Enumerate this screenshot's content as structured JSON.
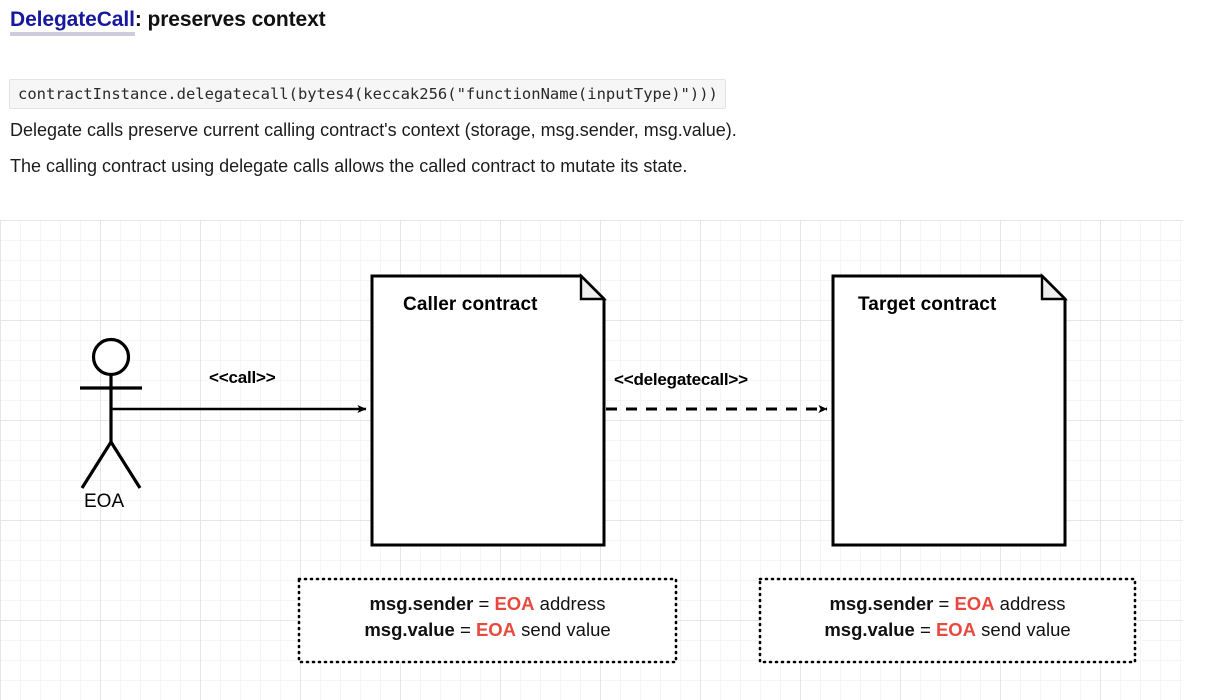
{
  "header": {
    "title_keyword": "DelegateCall",
    "title_rest": ": preserves context",
    "code_snippet": "contractInstance.delegatecall(bytes4(keccak256(\"functionName(inputType)\")))",
    "description_line_1": "Delegate calls preserve current calling contract's context (storage, msg.sender, msg.value).",
    "description_line_2": "The calling contract using delegate calls allows the called contract to mutate its state.",
    "keyword_color": "#16199e",
    "keyword_underline_color": "#ccccdd"
  },
  "diagram": {
    "actor": {
      "label": "EOA"
    },
    "arrows": [
      {
        "label": "<<call>>",
        "style": "solid"
      },
      {
        "label": "<<delegatecall>>",
        "style": "dashed"
      }
    ],
    "boxes": [
      {
        "title": "Caller contract"
      },
      {
        "title": "Target contract"
      }
    ],
    "notes": [
      {
        "line1_key": "msg.sender",
        "line1_eq": " = ",
        "line1_accent": "EOA",
        "line1_tail": " address",
        "line2_key": "msg.value",
        "line2_eq": " = ",
        "line2_accent": "EOA",
        "line2_tail": " send value"
      },
      {
        "line1_key": "msg.sender",
        "line1_eq": " = ",
        "line1_accent": "EOA",
        "line1_tail": " address",
        "line2_key": "msg.value",
        "line2_eq": " = ",
        "line2_accent": "EOA",
        "line2_tail": " send value"
      }
    ],
    "accent_color": "#e8493f",
    "stroke_color": "#000000",
    "grid_minor_color": "#f5f5f5",
    "grid_major_color": "#e6e6e6"
  }
}
